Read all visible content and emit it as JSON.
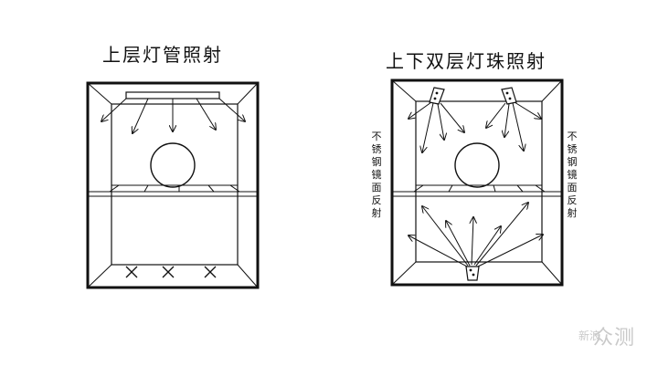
{
  "left_diagram": {
    "title": "上层灯管照射",
    "fixture": "light-tube"
  },
  "right_diagram": {
    "title": "上下双层灯珠照射",
    "side_label_left": "不锈钢镜面反射",
    "side_label_right": "不锈钢镜面反射"
  },
  "watermark": {
    "part1": "新浪",
    "part2": "众测"
  },
  "colors": {
    "line": "#111111",
    "watermark": "#c9c9c9"
  }
}
